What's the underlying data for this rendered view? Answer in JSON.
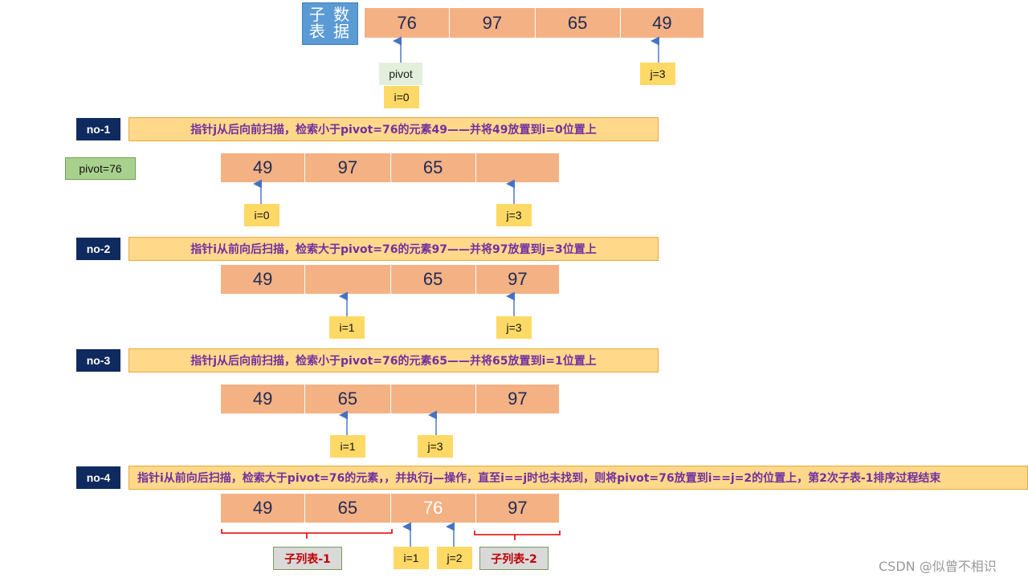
{
  "title": "子 数\n表 据",
  "colors": {
    "cell": "#f4b183",
    "tag": "#ffd966",
    "step": "#0f2a5e",
    "desc_bg": "#ffd88a",
    "desc_text": "#7030a0",
    "arrow": "#4472c4",
    "bracket": "#e00000"
  },
  "initial": {
    "cells": [
      "76",
      "97",
      "65",
      "49"
    ],
    "pivot_label": "pivot",
    "i": "i=0",
    "j": "j=3"
  },
  "pivot_value": "pivot=76",
  "steps": [
    {
      "label": "no-1",
      "text": "指针j从后向前扫描，检索小于pivot=76的元素49——并将49放置到i=0位置上",
      "cells": [
        "49",
        "97",
        "65",
        ""
      ],
      "i": "i=0",
      "j": "j=3"
    },
    {
      "label": "no-2",
      "text": "指针i从前向后扫描，检索大于pivot=76的元素97——并将97放置到j=3位置上",
      "cells": [
        "49",
        "",
        "65",
        "97"
      ],
      "i": "i=1",
      "j": "j=3"
    },
    {
      "label": "no-3",
      "text": "指针j从后向前扫描，检索小于pivot=76的元素65——并将65放置到i=1位置上",
      "cells": [
        "49",
        "65",
        "",
        "97"
      ],
      "i": "i=1",
      "j": "j=3"
    },
    {
      "label": "no-4",
      "text": "指针i从前向后扫描，检索大于pivot=76的元素，，并执行j—操作，直至i==j时也未找到，则将pivot=76放置到i==j=2的位置上，第2次子表-1排序过程结束",
      "cells": [
        "49",
        "65",
        "76",
        "97"
      ],
      "i": "i=1",
      "j": "j=2",
      "sub1": "子列表-1",
      "sub2": "子列表-2"
    }
  ],
  "watermark": "CSDN @似曾不相识"
}
